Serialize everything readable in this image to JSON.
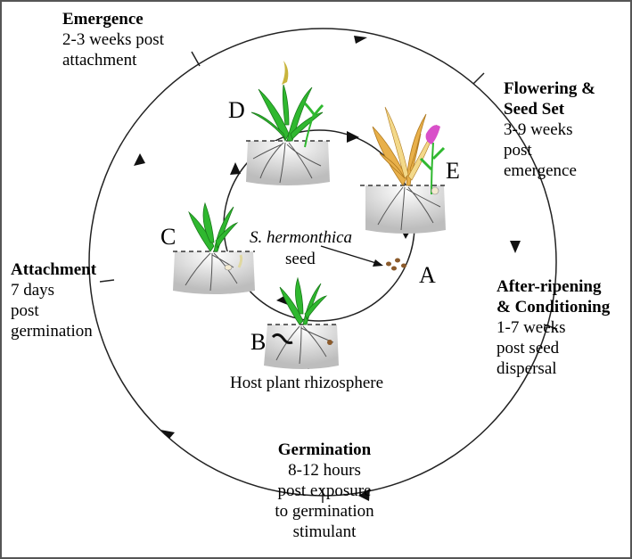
{
  "diagram": {
    "stages": [
      {
        "title": "Emergence",
        "lines": [
          "2-3 weeks post",
          "attachment"
        ]
      },
      {
        "title": "Flowering &",
        "title2": "Seed Set",
        "lines": [
          "3-9 weeks",
          "post",
          "emergence"
        ]
      },
      {
        "title": "After-ripening",
        "title2": "& Conditioning",
        "lines": [
          "1-7 weeks",
          "post seed",
          "dispersal"
        ]
      },
      {
        "title": "Germination",
        "lines": [
          "8-12 hours",
          "post exposure",
          "to germination",
          "stimulant"
        ]
      },
      {
        "title": "Attachment",
        "lines": [
          "7 days",
          "post",
          "germination"
        ]
      }
    ],
    "letters": [
      "A",
      "B",
      "C",
      "D",
      "E"
    ],
    "seed_label_species": "S. hermonthica",
    "seed_label_word": "seed",
    "rhizosphere_label": "Host plant rhizosphere"
  },
  "colors": {
    "leaf_green": "#2fb82f",
    "leaf_dark": "#1a7a1a",
    "soil_gray": "#c8c8c8",
    "seed_brown": "#8b5a2b",
    "striga_flower": "#d94fc9",
    "dry_leaf": "#e8b04a",
    "yellow_flower": "#c8b43c",
    "border": "#555555"
  }
}
